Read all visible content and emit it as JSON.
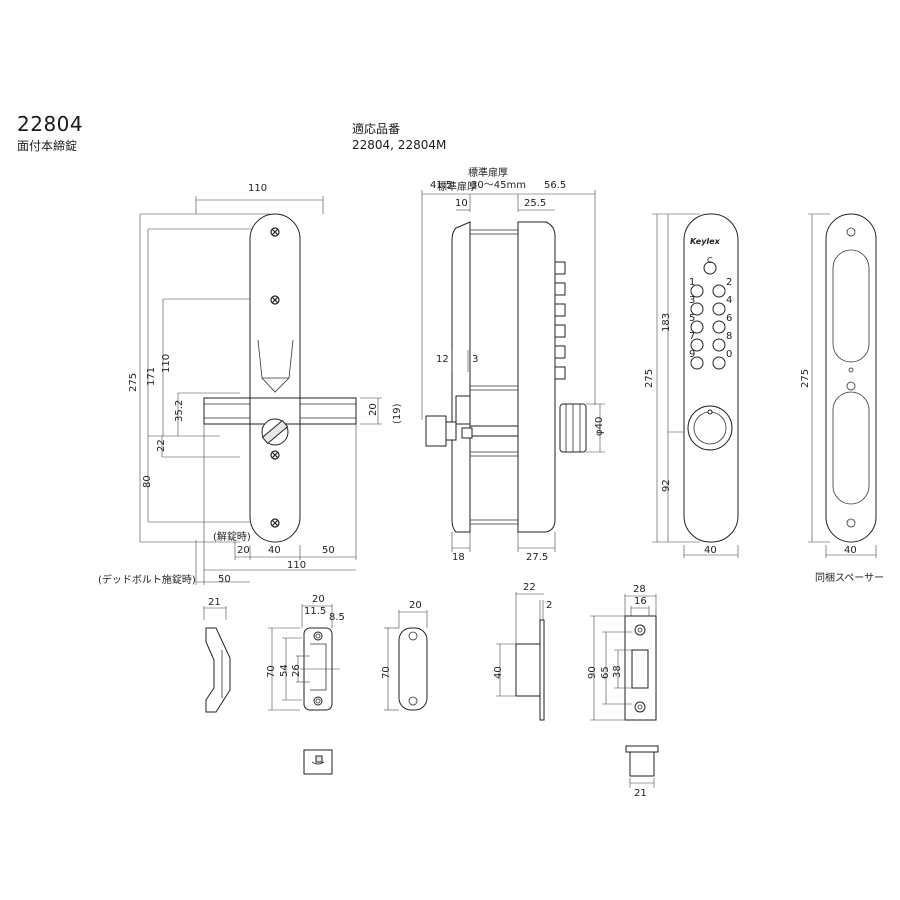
{
  "header": {
    "model_number": "22804",
    "subtitle": "面付本締錠",
    "compat_label": "適応品番",
    "compat_models": "22804, 22804M"
  },
  "front_view": {
    "dims": {
      "width_top": "110",
      "height": "275",
      "upper": "171",
      "mid": "110",
      "spindle": "35.2",
      "offset": "22",
      "lower": "80",
      "bar_h": "20",
      "bar_h2": "(19)",
      "bottom_40": "40",
      "bottom_20": "20",
      "bottom_50": "50",
      "bottom_110": "110",
      "bottom_50b": "50"
    },
    "labels": {
      "unlocked": "(解錠時)",
      "deadbolt_locked": "(デッドボルト施錠時)"
    }
  },
  "side_view": {
    "dims": {
      "left": "41.5",
      "right": "56.5",
      "door_thickness_range": "30〜45mm",
      "d10": "10",
      "d25_5": "25.5",
      "d12": "12",
      "d3": "3",
      "d18": "18",
      "d27_5": "27.5",
      "dia": "φ40"
    },
    "labels": {
      "standard_thickness": "標準扉厚"
    }
  },
  "keypad_view": {
    "brand": "Keylex",
    "keys_left": [
      "1",
      "3",
      "5",
      "7",
      "9"
    ],
    "keys_right": [
      "2",
      "4",
      "6",
      "8",
      "0"
    ],
    "key_c": "C",
    "dims": {
      "height": "275",
      "upper": "183",
      "lower": "92",
      "width": "40"
    }
  },
  "spacer_view": {
    "dims": {
      "height": "275",
      "width": "40"
    },
    "labels": {
      "caption": "同梱スペーサー"
    }
  },
  "parts": {
    "p1": {
      "w": "21"
    },
    "p2": {
      "w": "20",
      "w2": "11.5",
      "w3": "8.5",
      "h": "70",
      "h2": "54",
      "h3": "26"
    },
    "p3": {
      "w": "20",
      "h": "70"
    },
    "p4": {
      "w": "22",
      "t": "2",
      "h": "40"
    },
    "p5": {
      "w": "28",
      "w2": "16",
      "h": "90",
      "h2": "65",
      "h3": "38",
      "b": "21"
    }
  }
}
